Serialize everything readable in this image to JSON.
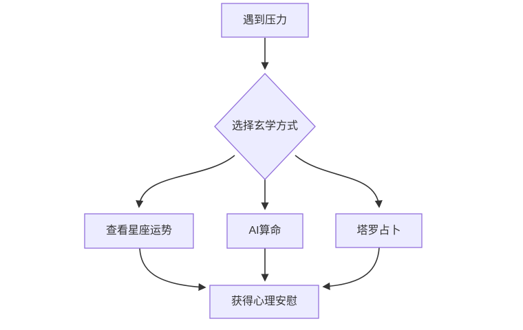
{
  "diagram": {
    "type": "flowchart",
    "direction": "top-down",
    "nodes": {
      "stress": {
        "label": "遇到压力",
        "shape": "rect"
      },
      "choose": {
        "label": "选择玄学方式",
        "shape": "diamond"
      },
      "horoscope": {
        "label": "查看星座运势",
        "shape": "rect"
      },
      "ai": {
        "label": "AI算命",
        "shape": "rect"
      },
      "tarot": {
        "label": "塔罗占卜",
        "shape": "rect"
      },
      "comfort": {
        "label": "获得心理安慰",
        "shape": "rect"
      }
    },
    "edges": [
      {
        "from": "stress",
        "to": "choose"
      },
      {
        "from": "choose",
        "to": "horoscope"
      },
      {
        "from": "choose",
        "to": "ai"
      },
      {
        "from": "choose",
        "to": "tarot"
      },
      {
        "from": "horoscope",
        "to": "comfort"
      },
      {
        "from": "ai",
        "to": "comfort"
      },
      {
        "from": "tarot",
        "to": "comfort"
      }
    ],
    "colors": {
      "node_fill": "#ECECFF",
      "node_border": "#9370DB",
      "edge_line": "#333333",
      "text": "#333333",
      "background": "#FFFFFF"
    }
  }
}
